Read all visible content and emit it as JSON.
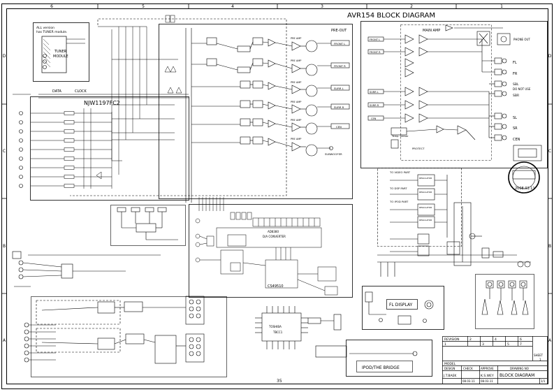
{
  "title": "AVR154 BLOCK DIAGRAM",
  "page_number": "35",
  "grid": {
    "columns": [
      "6",
      "5",
      "4",
      "3",
      "2",
      "1"
    ],
    "rows": [
      "D",
      "C",
      "B",
      "A"
    ]
  },
  "tuner": {
    "note_line1": "ALL version",
    "note_line2": "has TUNER module.",
    "module_line1": "TUNER",
    "module_line2": "MODULE"
  },
  "control": {
    "data_label": "DATA",
    "clock_label": "CLOCK",
    "chip_label": "NJW1197FC2"
  },
  "pre_out": {
    "heading": "PRE-OUT",
    "amp_label": "PRE AMP",
    "outputs": [
      "FRONT L",
      "FRONT R",
      "SURR L",
      "SURR R",
      "CEN",
      "SUBWOOFER"
    ]
  },
  "main_amp": {
    "heading": "MAIN AMP",
    "phone_out": "PHONE OUT",
    "speaker_labels": [
      "FL",
      "FR",
      "SBL",
      "DO NOT USE",
      "SBR",
      "SL",
      "SR",
      "CEN"
    ],
    "inputs": [
      "FRONT L",
      "FRONT R",
      "SURR L",
      "SURR R",
      "CEN"
    ],
    "protect": "PROTECT",
    "temp_sensor": "Temp. Sensor"
  },
  "power": {
    "targets": [
      "TO VIDEO PART",
      "TO DSP PART",
      "TO IPOD PART"
    ],
    "regulator": "REGULATOR"
  },
  "dsp": {
    "adc_line1": "AD8380",
    "adc_line2": "D/A CONVERTER",
    "chip": "CS49510",
    "decoder_line1": "TOSHIBA",
    "decoder_line2": "TBCC1"
  },
  "front_panel": {
    "fl_display": "FL DISPLAY"
  },
  "ipod": {
    "label": "IPOD/THE BRIDGE"
  },
  "label_stamp": "2008.03.11",
  "title_block": {
    "revision_label": "REVISION",
    "revision_numbers": [
      "1",
      "2",
      "3",
      "4",
      "5",
      "6",
      "7"
    ],
    "sheet_label": "SHEET",
    "sheet_value": "1",
    "model_label": "MODEL",
    "design_label": "DESIGN",
    "check_label": "CHECK",
    "approve_label": "APPROVE",
    "drawing_no_label": "DRAWING NO",
    "designer": "J.T.BAEK",
    "approver": "K.S.WEY",
    "drawing_name": "BLOCK DIAGRAM",
    "date1": "08.03.11",
    "date2": "08.03.11",
    "page_fraction": "1/1"
  }
}
